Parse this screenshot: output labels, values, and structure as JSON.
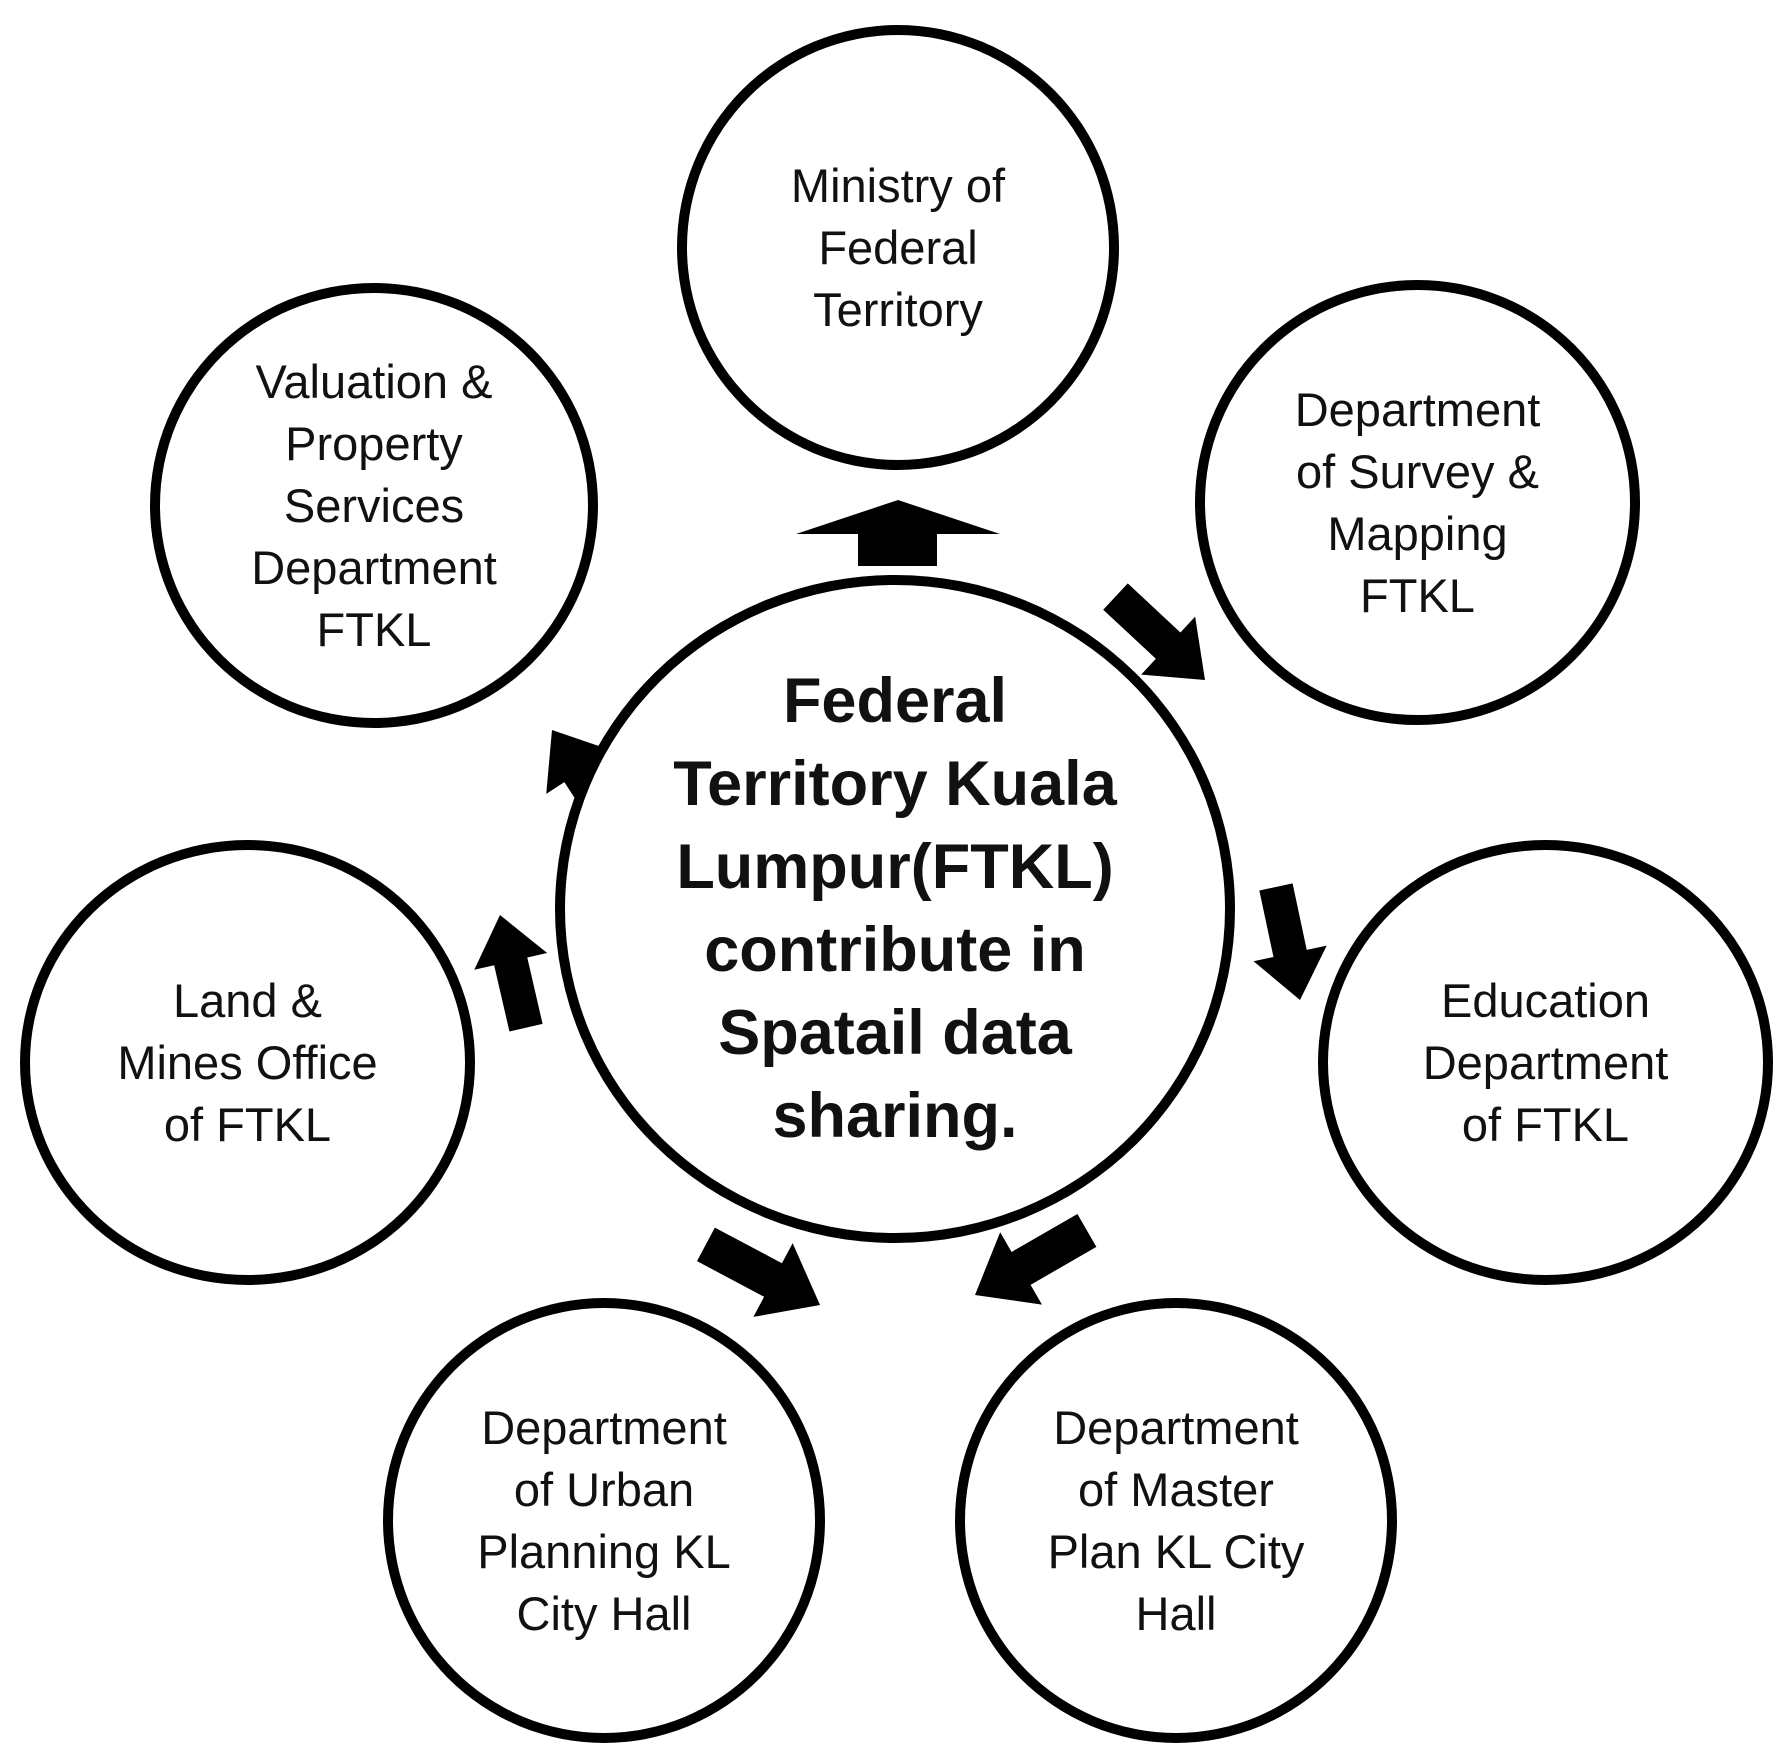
{
  "diagram": {
    "center": {
      "label": "Federal\nTerritory Kuala\nLumpur(FTKL)\ncontribute in\nSpatail data\nsharing."
    },
    "nodes": [
      {
        "id": "ministry-of-federal-territory",
        "label": "Ministry of\nFederal\nTerritory"
      },
      {
        "id": "department-of-survey-mapping",
        "label": "Department\nof Survey &\nMapping\nFTKL"
      },
      {
        "id": "education-department",
        "label": "Education\nDepartment\nof FTKL"
      },
      {
        "id": "department-of-master-plan",
        "label": "Department\nof Master\nPlan KL City\nHall"
      },
      {
        "id": "department-of-urban-planning",
        "label": "Department\nof Urban\nPlanning KL\nCity Hall"
      },
      {
        "id": "land-mines-office",
        "label": "Land &\nMines Office\nof FTKL"
      },
      {
        "id": "valuation-property-services",
        "label": "Valuation &\nProperty\nServices\nDepartment\nFTKL"
      }
    ],
    "colors": {
      "stroke": "#000000",
      "fill": "#ffffff",
      "arrow": "#000000",
      "text": "#111111"
    }
  }
}
